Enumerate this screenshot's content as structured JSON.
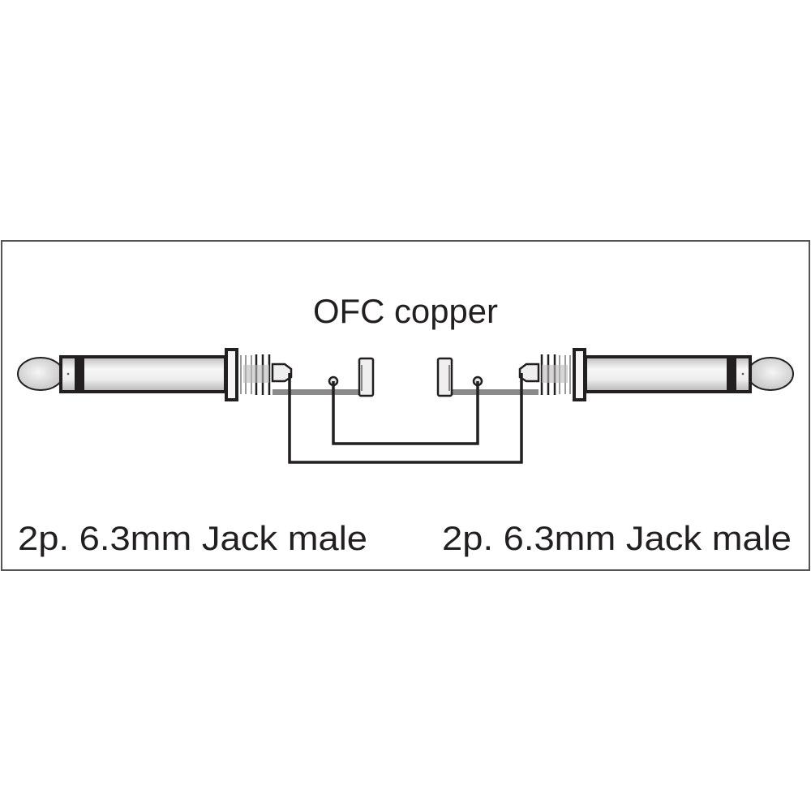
{
  "diagram": {
    "cable_label": "OFC copper",
    "left_connector_label": "2p. 6.3mm Jack male",
    "right_connector_label": "2p. 6.3mm Jack male"
  },
  "colors": {
    "line": "#231f20",
    "frame": "#555555",
    "metal_light": "#f2f2f2",
    "metal_mid": "#c8c8c8",
    "shield_bar": "#8a8a8a"
  }
}
